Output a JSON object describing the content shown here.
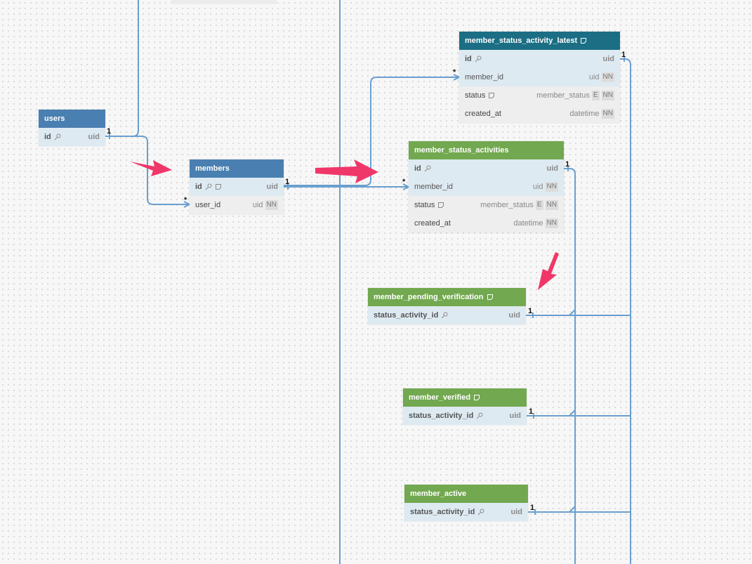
{
  "tables": {
    "users": {
      "title": "users",
      "cols": [
        {
          "name": "id",
          "type": "uid"
        }
      ]
    },
    "members": {
      "title": "members",
      "cols": [
        {
          "name": "id",
          "type": "uid"
        },
        {
          "name": "user_id",
          "type": "uid",
          "nn": "NN"
        }
      ]
    },
    "member_status_activity_latest": {
      "title": "member_status_activity_latest",
      "cols": [
        {
          "name": "id",
          "type": "uid"
        },
        {
          "name": "member_id",
          "type": "uid",
          "nn": "NN"
        },
        {
          "name": "status",
          "type": "member_status",
          "e": "E",
          "nn": "NN"
        },
        {
          "name": "created_at",
          "type": "datetime",
          "nn": "NN"
        }
      ]
    },
    "member_status_activities": {
      "title": "member_status_activities",
      "cols": [
        {
          "name": "id",
          "type": "uid"
        },
        {
          "name": "member_id",
          "type": "uid",
          "nn": "NN"
        },
        {
          "name": "status",
          "type": "member_status",
          "e": "E",
          "nn": "NN"
        },
        {
          "name": "created_at",
          "type": "datetime",
          "nn": "NN"
        }
      ]
    },
    "member_pending_verification": {
      "title": "member_pending_verification",
      "cols": [
        {
          "name": "status_activity_id",
          "type": "uid"
        }
      ]
    },
    "member_verified": {
      "title": "member_verified",
      "cols": [
        {
          "name": "status_activity_id",
          "type": "uid"
        }
      ]
    },
    "member_active": {
      "title": "member_active",
      "cols": [
        {
          "name": "status_activity_id",
          "type": "uid"
        }
      ]
    }
  },
  "cardinality": {
    "one": "1",
    "many": "*"
  },
  "colors": {
    "link": "#6a9fcf",
    "blue_header": "#4a7fb1",
    "green_header": "#72a84f",
    "teal_header": "#1b6e84",
    "annotation_arrow": "#f0376a"
  },
  "icons": {
    "key": "key-icon",
    "note": "note-icon"
  }
}
